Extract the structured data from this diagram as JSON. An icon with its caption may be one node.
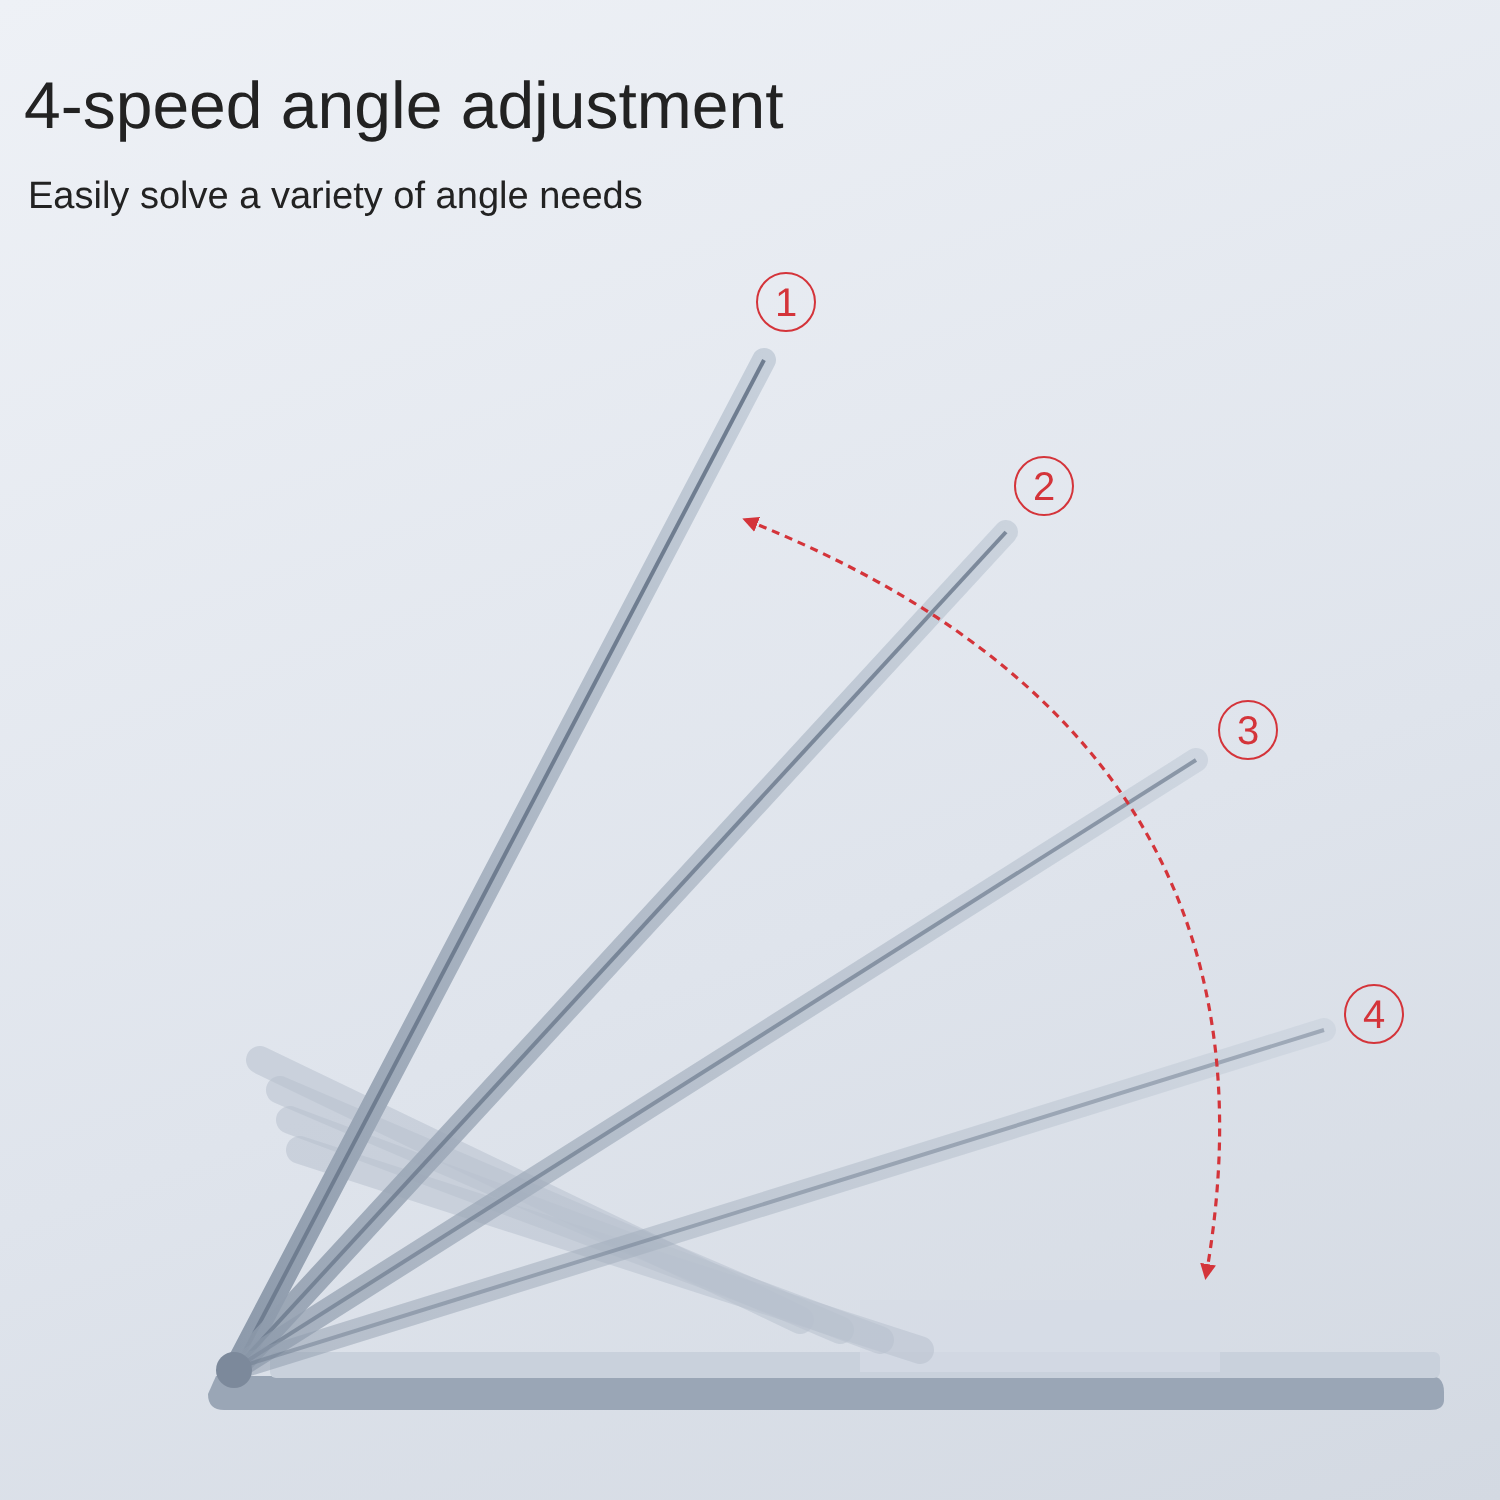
{
  "diagram": {
    "title": "4-speed angle adjustment",
    "labels": [
      "Easily solve a variety of angle needs",
      "1",
      "2",
      "3",
      "4"
    ]
  }
}
